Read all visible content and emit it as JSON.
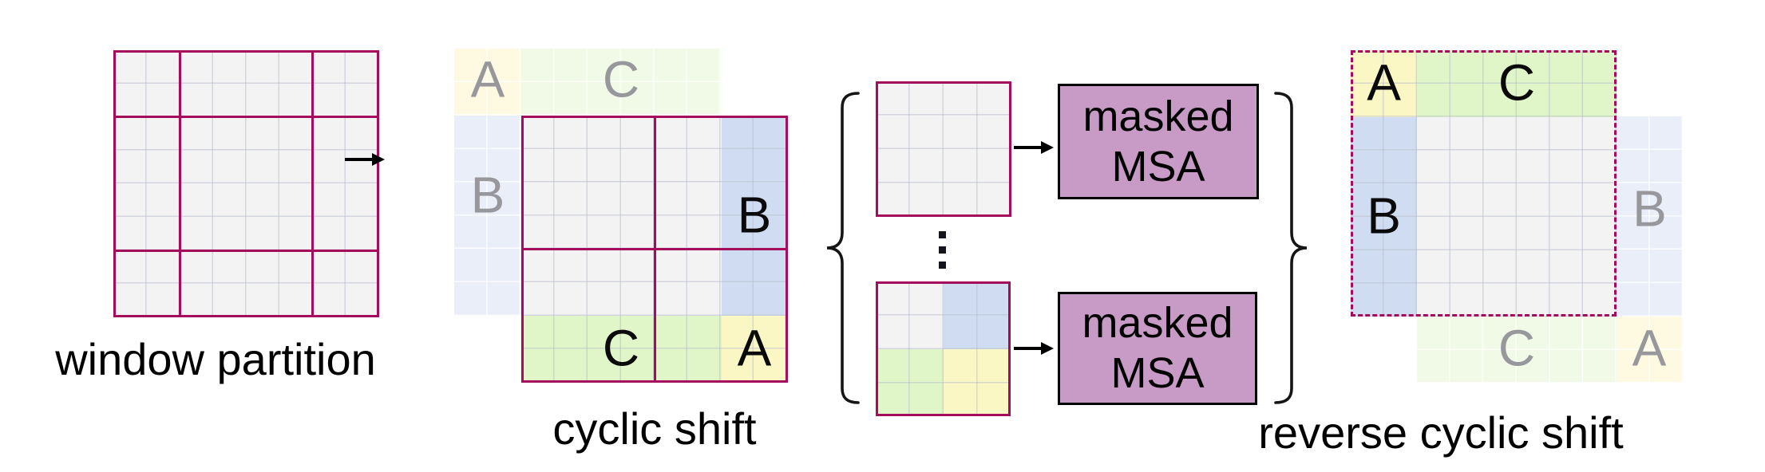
{
  "figure_type": "shifted-window-self-attention-diagram",
  "colors": {
    "window_border_crimson": "#a50d5c",
    "cell_gray": "#f3f3f4",
    "gridline": "#bdc2cf",
    "region_blue": "#cfdcf1",
    "region_green": "#e0f6c8",
    "region_yellow": "#fbf7c5",
    "ghost_blue": "#e9eef9",
    "ghost_green": "#f0fae6",
    "ghost_yellow": "#fdfae1",
    "msa_fill": "#c79bc5",
    "text": "#000000",
    "ghost_text": "#97979c"
  },
  "panels": {
    "window_partition": {
      "label": "window partition",
      "grid": {
        "rows": 8,
        "cols": 8,
        "window_partition_lines_at_cells": [
          2,
          6
        ],
        "fill": "all gray cells"
      }
    },
    "cyclic_shift": {
      "label": "cyclic shift",
      "grid": {
        "rows": 8,
        "cols": 8,
        "window_partition_lines_at_cells": [
          4
        ]
      },
      "shifted_letters": [
        {
          "char": "B",
          "region": "blue-right-columns"
        },
        {
          "char": "C",
          "region": "green-bottom-rows"
        },
        {
          "char": "A",
          "region": "yellow-bottom-right-corner"
        }
      ],
      "ghost_letters": [
        {
          "char": "A",
          "region": "faded-yellow-top-left"
        },
        {
          "char": "C",
          "region": "faded-green-top-rows"
        },
        {
          "char": "B",
          "region": "faded-blue-left-columns"
        }
      ]
    },
    "windows_batch": {
      "ellipsis": "⋮",
      "top_window": {
        "rows": 4,
        "cols": 4,
        "fill": "all gray"
      },
      "bottom_window": {
        "rows": 4,
        "cols": 4,
        "fill": "quadrants gray / blue / green / yellow"
      },
      "msa_boxes": [
        {
          "line1": "masked",
          "line2": "MSA"
        },
        {
          "line1": "masked",
          "line2": "MSA"
        }
      ]
    },
    "reverse_cyclic_shift": {
      "label": "reverse cyclic shift",
      "grid": {
        "rows": 8,
        "cols": 8,
        "border": "dashed"
      },
      "main_letters": [
        {
          "char": "A",
          "region": "yellow-top-left"
        },
        {
          "char": "C",
          "region": "green-top-rows"
        },
        {
          "char": "B",
          "region": "blue-left-columns"
        }
      ],
      "ghost_letters": [
        {
          "char": "B",
          "region": "faded-blue-right-columns"
        },
        {
          "char": "C",
          "region": "faded-green-bottom-rows"
        },
        {
          "char": "A",
          "region": "faded-yellow-bottom-right-corner"
        }
      ]
    }
  },
  "icons": {
    "arrow": "right-arrow",
    "left_brace": "opening-curly-brace",
    "right_brace": "closing-curly-brace",
    "ellipsis": "vertical-ellipsis"
  }
}
